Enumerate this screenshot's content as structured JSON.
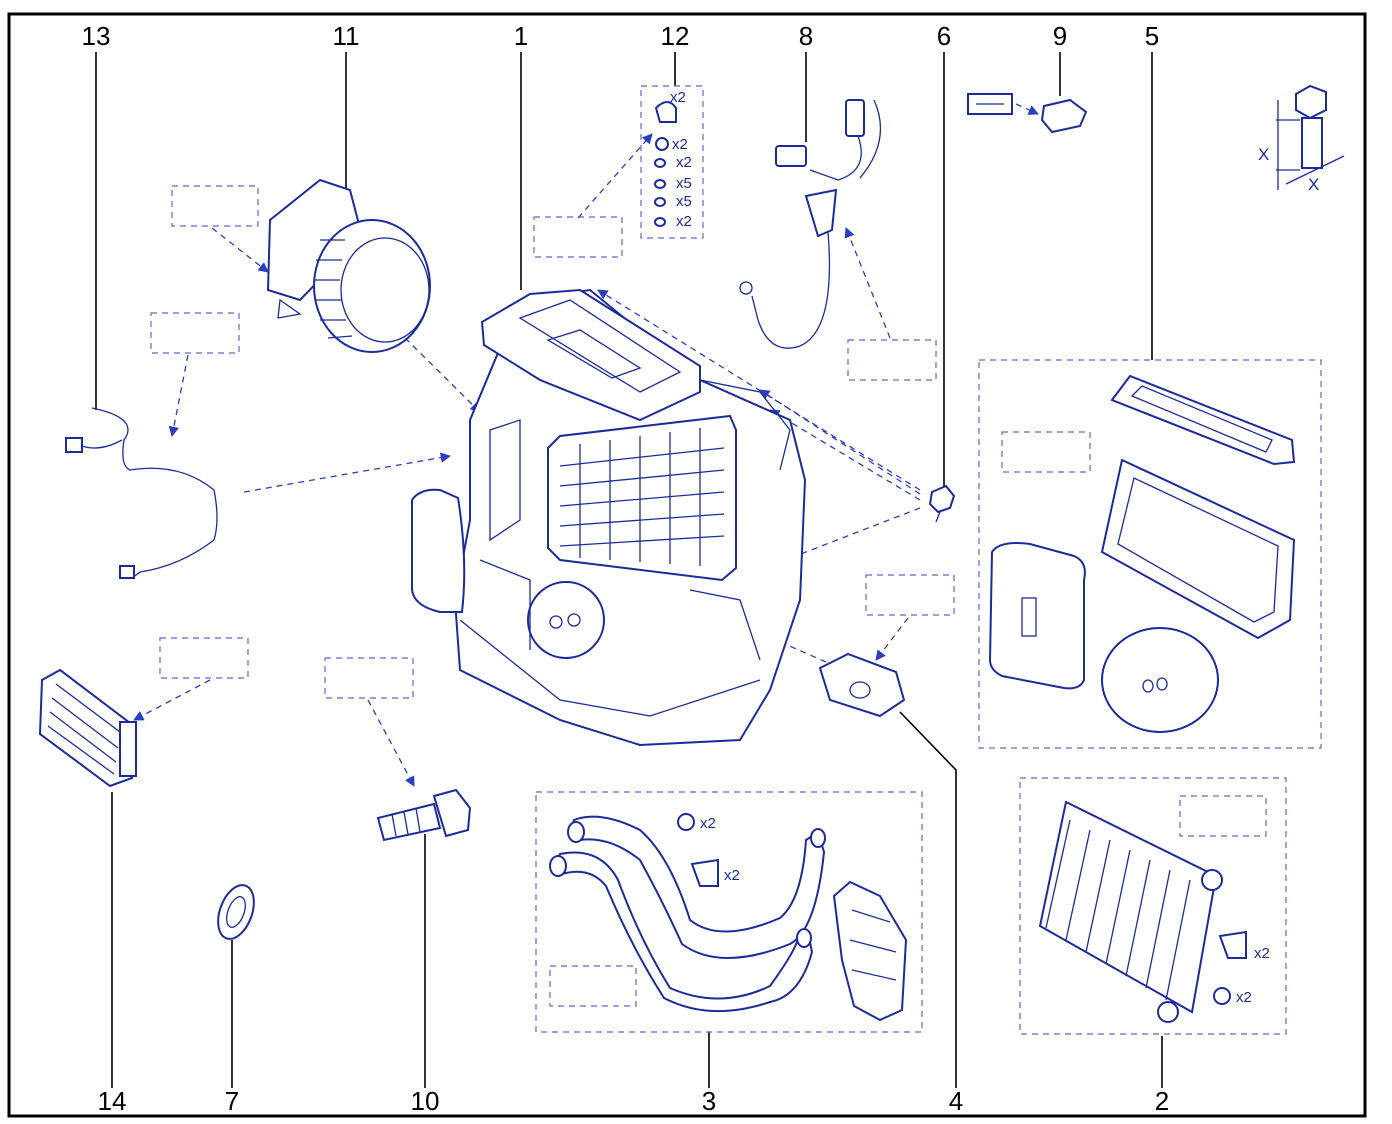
{
  "diagram": {
    "callouts": [
      "1",
      "2",
      "3",
      "4",
      "5",
      "6",
      "7",
      "8",
      "9",
      "10",
      "11",
      "12",
      "13",
      "14"
    ],
    "hardware_quantities": {
      "kit12": [
        "x2",
        "x2",
        "x2",
        "x5",
        "x5",
        "x2"
      ],
      "kit3_ring": "x2",
      "kit3_clip": "x2",
      "kit2_clip": "x2",
      "kit2_ring": "x2"
    },
    "dimension_symbol": "X",
    "colors": {
      "line": "#1a2b9c",
      "frame": "#000000",
      "text": "#000000"
    }
  }
}
